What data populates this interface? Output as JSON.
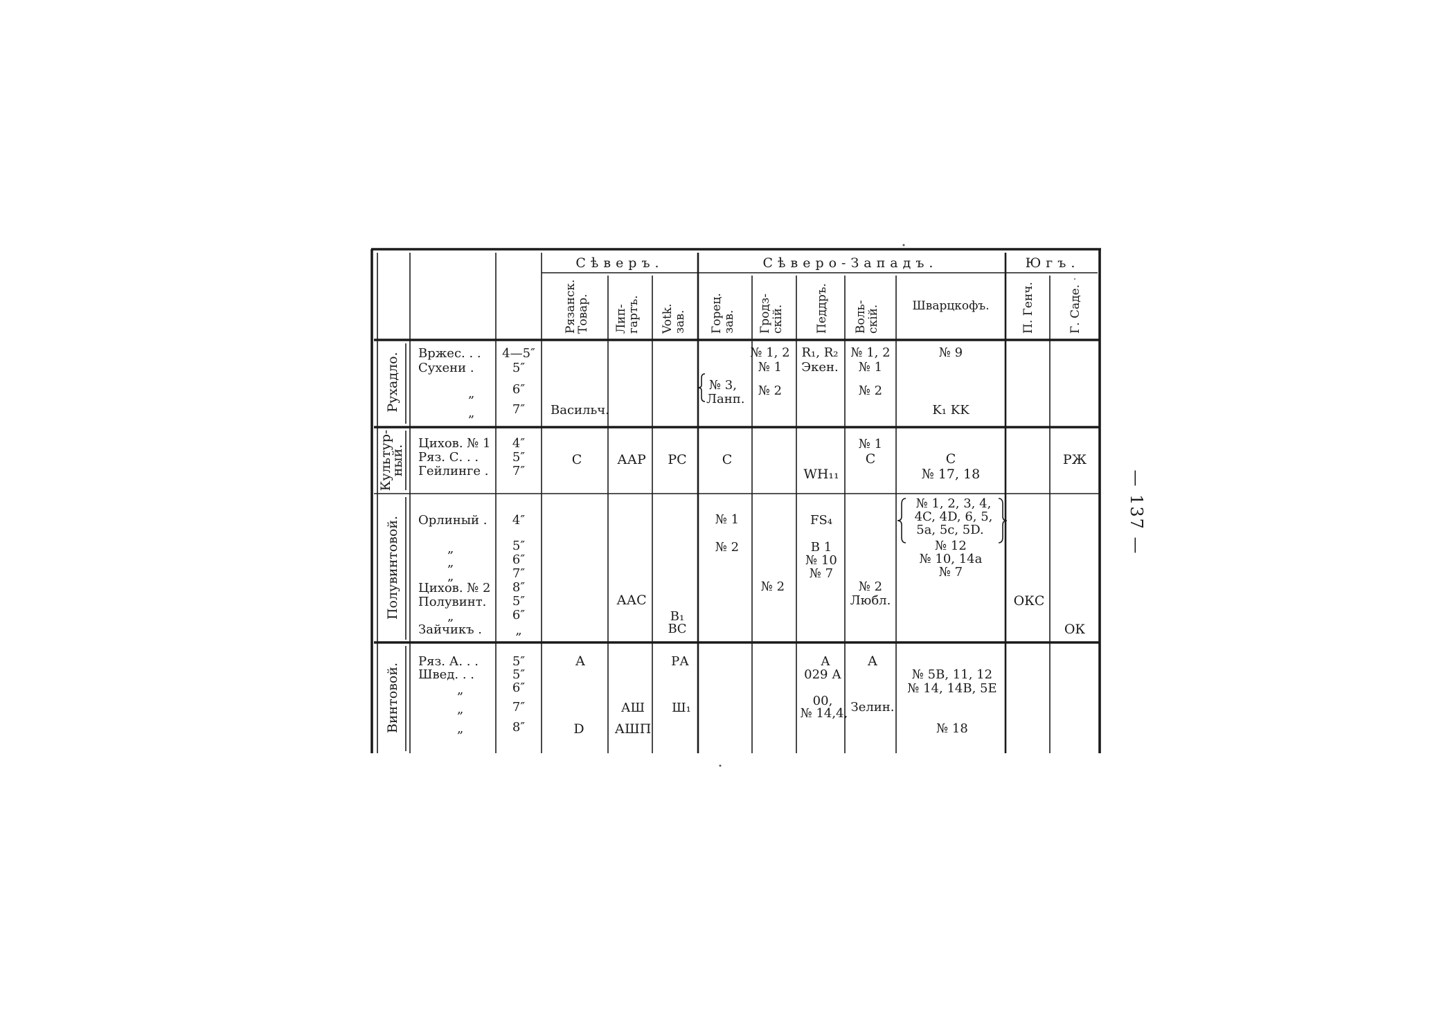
{
  "page_number": "— 137 —",
  "regions": {
    "north": "Сѣверъ.",
    "northwest": "Сѣверо-Западъ.",
    "south": "Югъ."
  },
  "columns": {
    "ryazan": [
      "Рязанск.",
      "Товар."
    ],
    "lipgart": [
      "Лип-",
      "гартъ."
    ],
    "votk": [
      "Votk.",
      "зав."
    ],
    "goretsk": [
      "Горец.",
      "зав."
    ],
    "grodz": [
      "Гродз-",
      "скій."
    ],
    "peddr": [
      "Педдръ."
    ],
    "volsk": [
      "Воль-",
      "скій."
    ],
    "schwarzkopf": "Шварцкофъ.",
    "pgench": "П. Генч.",
    "gsade": "Г. Саде."
  },
  "groups": {
    "rukhadlo": "Рухадло.",
    "kultur": [
      "Культур-",
      "ный."
    ],
    "poluvint": "Полувинтовой.",
    "vint": "Винтовой."
  },
  "rows": {
    "rukhadlo": {
      "names": [
        "Вржес. . .",
        "Сухени .",
        "„",
        "„"
      ],
      "sizes": [
        "4—5″",
        "5″",
        "6″",
        "7″"
      ],
      "ryazan": "Васильч.",
      "goretsk": [
        "№ 3,",
        "Ланп."
      ],
      "grodz": [
        "№ 1, 2",
        "№ 1",
        "№ 2"
      ],
      "peddr": [
        "R₁, R₂",
        "Экен."
      ],
      "volsk": [
        "№ 1, 2",
        "№ 1",
        "№ 2"
      ],
      "schwarzkopf": [
        "№ 9",
        "K₁ KK"
      ]
    },
    "kultur": {
      "names": [
        "Цихов. № 1",
        "Ряз. С. . .",
        "Гейлинге ."
      ],
      "sizes": [
        "4″",
        "5″",
        "7″"
      ],
      "ryazan": "С",
      "lipgart": "ААР",
      "votk": "РС",
      "goretsk": "С",
      "peddr": "WH₁₁",
      "volsk": [
        "№ 1",
        "С"
      ],
      "schwarzkopf": [
        "С",
        "№ 17, 18"
      ],
      "gsade": "РЖ"
    },
    "poluvint": {
      "names": [
        "Орлиный .",
        "„",
        "„",
        "„",
        "Цихов. № 2",
        "Полувинт.",
        "„",
        "Зайчикъ ."
      ],
      "sizes": [
        "4″",
        "5″",
        "6″",
        "7″",
        "8″",
        "5″",
        "6″",
        "„"
      ],
      "lipgart": "ААС",
      "votk": [
        "В₁",
        "ВС"
      ],
      "goretsk": [
        "№ 1",
        "№ 2"
      ],
      "grodz": "№ 2",
      "peddr": [
        "FS₄",
        "В 1",
        "№ 10",
        "№ 7"
      ],
      "volsk": [
        "№ 2",
        "Любл."
      ],
      "schwarzkopf": [
        "№ 1, 2, 3, 4,",
        "4C, 4D, 6, 5,",
        "5a, 5c, 5D.",
        "№ 12",
        "№ 10, 14a",
        "№ 7"
      ],
      "pgench": "ОКС",
      "gsade": "ОК"
    },
    "vint": {
      "names": [
        "Ряз. А. . .",
        "Швед. . .",
        "„",
        "„",
        "„"
      ],
      "sizes": [
        "5″",
        "5″",
        "6″",
        "7″",
        "8″"
      ],
      "ryazan": [
        "А",
        "D"
      ],
      "lipgart": [
        "АШ",
        "АШП"
      ],
      "votk": [
        "РА",
        "Ш₁"
      ],
      "peddr": [
        "А",
        "029 А",
        "00,",
        "№ 14,4,"
      ],
      "volsk": [
        "А",
        "Зелин."
      ],
      "schwarzkopf": [
        "№ 5B, 11, 12",
        "№ 14, 14B, 5E",
        "№ 18"
      ]
    }
  }
}
